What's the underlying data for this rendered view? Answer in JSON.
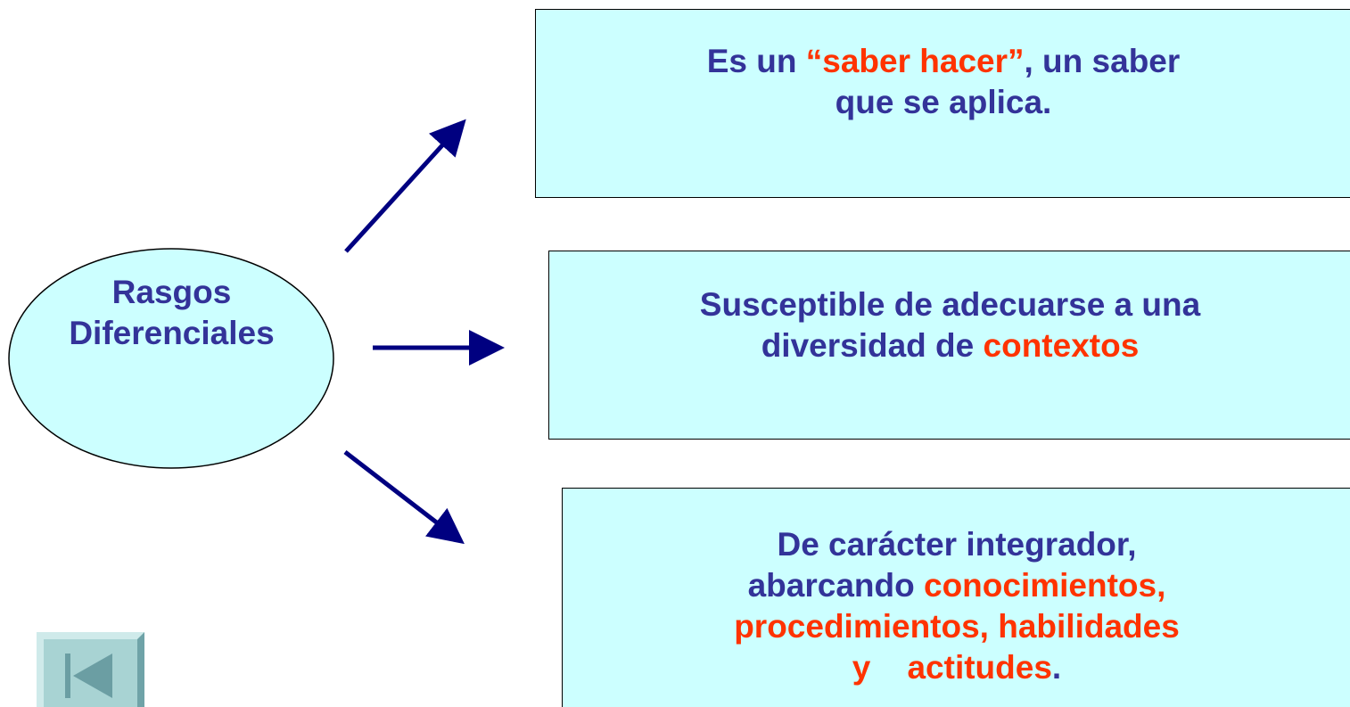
{
  "colors": {
    "text_primary": "#333399",
    "text_highlight": "#ff3300",
    "box_fill": "#ccffff",
    "arrow": "#000080",
    "nav_button": "#a8d3d3"
  },
  "center_node": {
    "lines": [
      "Rasgos",
      "Diferenciales"
    ]
  },
  "boxes": [
    {
      "lines": [
        [
          {
            "text": "Es un ",
            "highlight": false
          },
          {
            "text": "“saber hacer”",
            "highlight": true
          },
          {
            "text": ", un saber",
            "highlight": false
          }
        ],
        [
          {
            "text": "que se aplica.",
            "highlight": false
          }
        ]
      ]
    },
    {
      "lines": [
        [
          {
            "text": "Susceptible de adecuarse a una",
            "highlight": false
          }
        ],
        [
          {
            "text": "diversidad de ",
            "highlight": false
          },
          {
            "text": "contextos",
            "highlight": true
          }
        ]
      ]
    },
    {
      "lines": [
        [
          {
            "text": "De carácter integrador,",
            "highlight": false
          }
        ],
        [
          {
            "text": "abarcando ",
            "highlight": false
          },
          {
            "text": "conocimientos,",
            "highlight": true
          }
        ],
        [
          {
            "text": "procedimientos, habilidades",
            "highlight": true
          }
        ],
        [
          {
            "text": "y    actitudes",
            "highlight": true
          },
          {
            "text": ".",
            "highlight": false
          }
        ]
      ]
    }
  ],
  "nav": {
    "icon": "first-slide-icon"
  }
}
